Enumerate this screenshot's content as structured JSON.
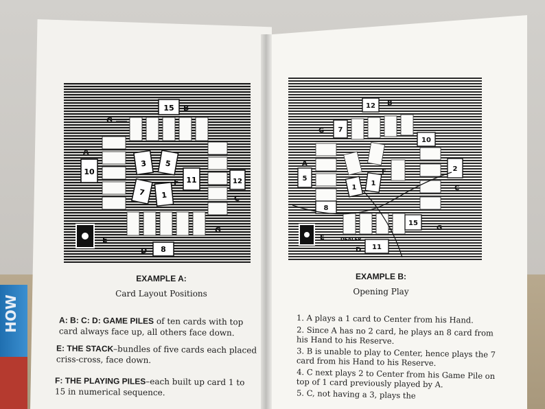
{
  "left_page": {
    "example_title": "EXAMPLE A:",
    "example_subtitle": "Card Layout Positions",
    "paragraphs": [
      {
        "term": "A: B: C: D: GAME PILES",
        "text": " of ten cards with top card always face up, all others face down."
      },
      {
        "term": "E: THE STACK",
        "text": "–bundles of five cards each placed criss-cross, face down."
      },
      {
        "term": "F: THE PLAYING PILES",
        "text": "–each built up card 1 to 15 in numerical sequence."
      }
    ],
    "diagram_labels": [
      "A",
      "B",
      "C",
      "D",
      "E",
      "F",
      "G"
    ],
    "diagram_cards": [
      "10",
      "15",
      "12",
      "8",
      "3",
      "5",
      "7",
      "1",
      "11"
    ]
  },
  "right_page": {
    "example_title": "EXAMPLE B:",
    "example_subtitle": "Opening Play",
    "steps": [
      "1. A plays a 1 card to Center from his Hand.",
      "2. Since A has no 2 card, he plays an 8 card from his Hand to his Reserve.",
      "3. B is unable to play to Center, hence plays the 7 card from his Hand to his Reserve.",
      "4. C next plays 2 to Center from his Game Pile on top of 1 card previously played by A.",
      "5. C, not having a 3, plays the"
    ],
    "diagram_labels": [
      "A",
      "B",
      "C",
      "D",
      "E",
      "F",
      "G",
      "DEALER"
    ],
    "diagram_cards": [
      "12",
      "7",
      "10",
      "5",
      "2",
      "1",
      "8",
      "15",
      "11"
    ]
  },
  "background": {
    "book_spine_text": "HOW"
  }
}
